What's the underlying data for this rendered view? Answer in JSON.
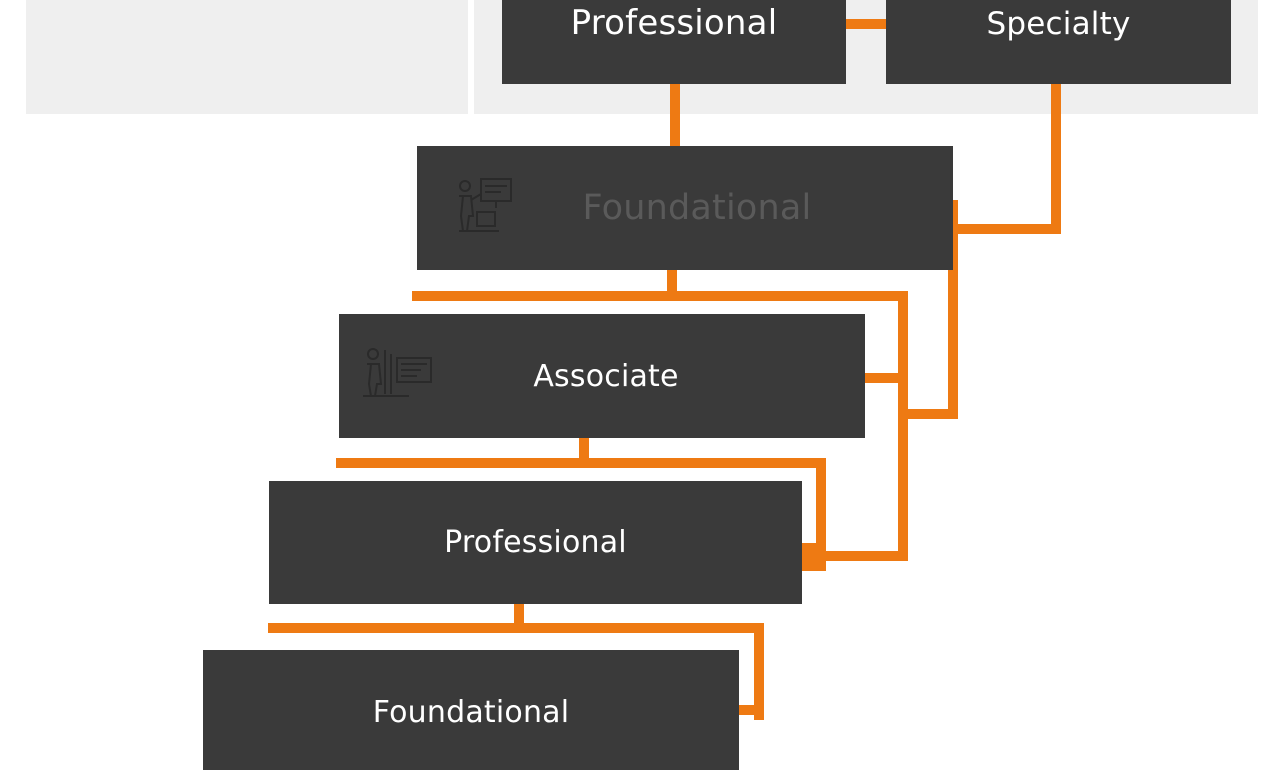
{
  "diagram": {
    "colors": {
      "connector": "#ee7a13",
      "box": "#3a3a3a",
      "box_text": "#ffffff",
      "muted_text": "#5a5a5a",
      "panel": "#efefef"
    },
    "nodes": {
      "professional_top": "Professional",
      "specialty": "Specialty",
      "foundational_1": "Foundational",
      "associate": "Associate",
      "professional_2": "Professional",
      "foundational_2": "Foundational"
    },
    "icons": {
      "foundational_1": "presentation-icon",
      "associate": "presentation-icon"
    }
  }
}
